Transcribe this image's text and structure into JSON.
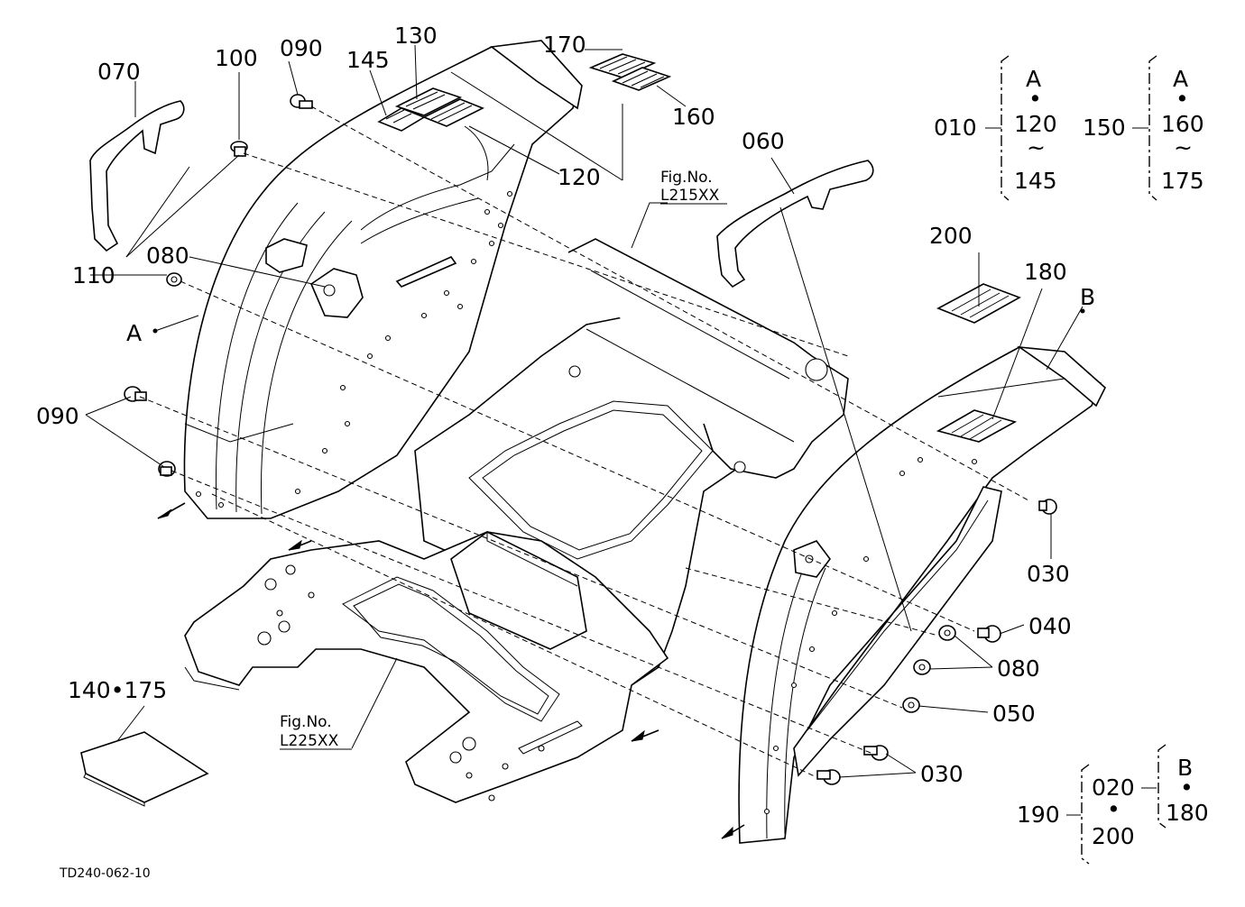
{
  "diagram": {
    "drawing_code": "TD240-062-10",
    "figure_refs": [
      {
        "id": "fig-l215",
        "line1": "Fig.No.",
        "line2": "L215XX"
      },
      {
        "id": "fig-l225",
        "line1": "Fig.No.",
        "line2": "L225XX"
      }
    ],
    "callouts": [
      "070",
      "100",
      "090",
      "145",
      "130",
      "170",
      "160",
      "120",
      "060",
      "110",
      "080",
      "A",
      "090",
      "200",
      "180",
      "B",
      "030",
      "040",
      "080",
      "050",
      "030",
      "140•175"
    ],
    "group_010": {
      "label": "010",
      "items": [
        "A",
        "•",
        "120",
        "~",
        "145"
      ]
    },
    "group_150": {
      "label": "150",
      "items": [
        "A",
        "•",
        "160",
        "~",
        "175"
      ]
    },
    "group_190": {
      "label": "190",
      "items": [
        "020",
        "•",
        "200"
      ],
      "sub": [
        "B",
        "•",
        "180"
      ]
    }
  }
}
